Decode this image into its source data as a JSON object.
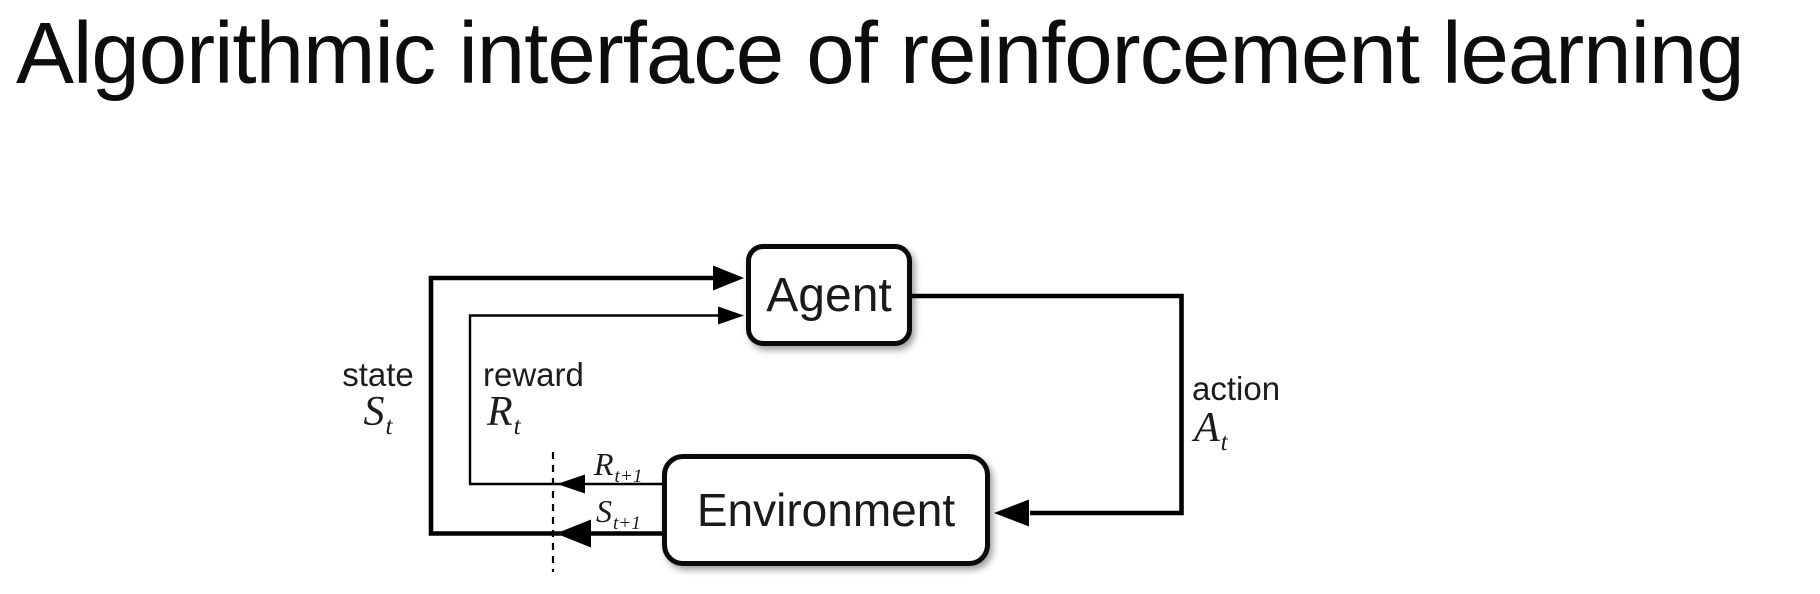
{
  "title": "Algorithmic interface of reinforcement learning",
  "diagram": {
    "agent": {
      "label": "Agent"
    },
    "environment": {
      "label": "Environment"
    },
    "state": {
      "word": "state",
      "symbol": "S",
      "subscript": "t"
    },
    "reward": {
      "word": "reward",
      "symbol": "R",
      "subscript": "t"
    },
    "action": {
      "word": "action",
      "symbol": "A",
      "subscript": "t"
    },
    "next_reward": {
      "symbol": "R",
      "subscript": "t+1"
    },
    "next_state": {
      "symbol": "S",
      "subscript": "t+1"
    },
    "colors": {
      "line": "#000000",
      "box_border": "#0a0a0a",
      "box_fill": "#ffffff",
      "text": "#1c1c1c",
      "background": "#ffffff"
    }
  }
}
